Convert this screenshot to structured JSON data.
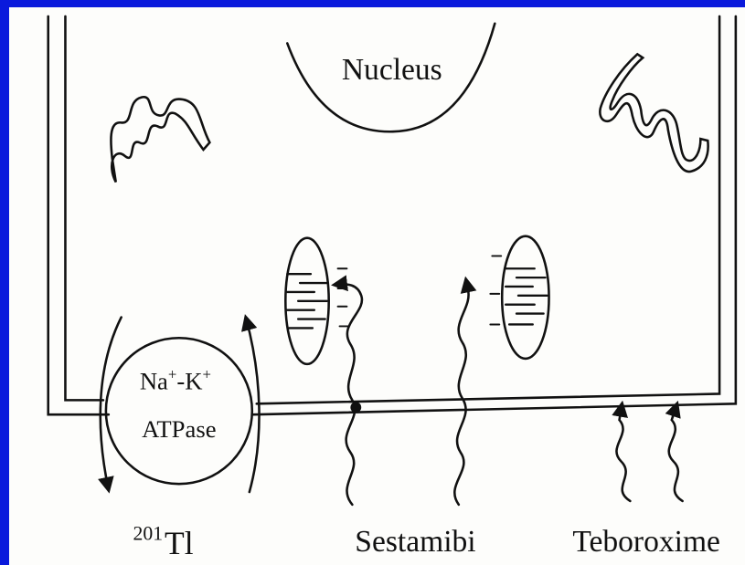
{
  "labels": {
    "nucleus": "Nucleus",
    "pump_ion_1": "Na",
    "pump_sup_1": "+",
    "pump_dash": "-K",
    "pump_sup_2": "+",
    "pump_enzyme": "ATPase",
    "thallium_mass": "201",
    "thallium_symbol": "Tl",
    "sestamibi": "Sestamibi",
    "teboroxime": "Teboroxime"
  },
  "colors": {
    "frame": "#0a1adc",
    "background": "#fdfdfb",
    "ink": "#111111"
  }
}
